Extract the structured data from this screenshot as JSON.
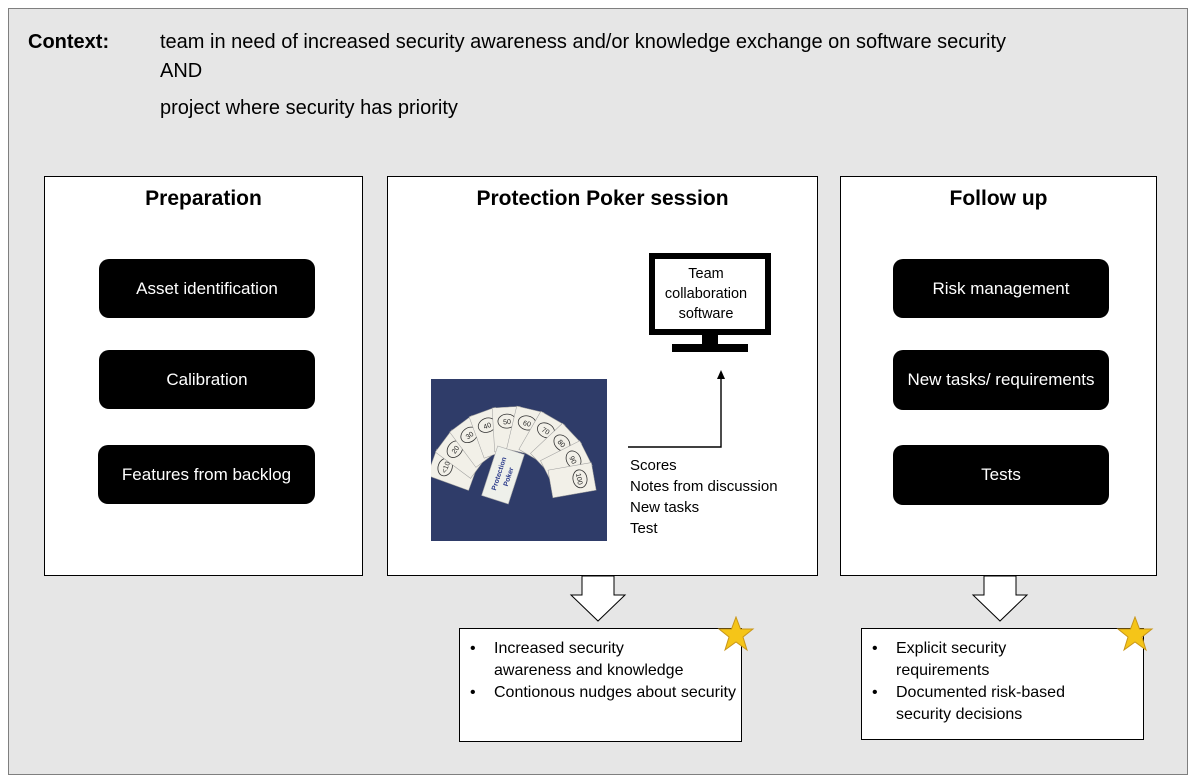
{
  "context": {
    "label": "Context:",
    "line1": "team in need of increased security awareness and/or knowledge exchange on software security",
    "line2": "AND",
    "line3": "project where security has priority"
  },
  "preparation": {
    "title": "Preparation",
    "items": [
      "Asset identification",
      "Calibration",
      "Features from backlog"
    ]
  },
  "session": {
    "title": "Protection Poker session",
    "monitor_lines": [
      "Team",
      "collaboration",
      "software"
    ],
    "card_values": [
      "<10",
      "20",
      "30",
      "40",
      "50",
      "60",
      "70",
      "80",
      "90",
      "100"
    ],
    "deck_label": [
      "Protection",
      "Poker"
    ],
    "outputs": [
      "Scores",
      "Notes from discussion",
      "New tasks",
      "Test"
    ]
  },
  "followup": {
    "title": "Follow up",
    "items": [
      "Risk management",
      "New tasks/ requirements",
      "Tests"
    ]
  },
  "outcomes": {
    "session": [
      "Increased security awareness and knowledge",
      "Contionous nudges about security"
    ],
    "followup": [
      "Explicit security requirements",
      "Documented risk-based security decisions"
    ]
  },
  "colors": {
    "background": "#e6e6e6",
    "pill": "#000000",
    "star": "#f5c518",
    "photo_bg": "#2a3560"
  }
}
